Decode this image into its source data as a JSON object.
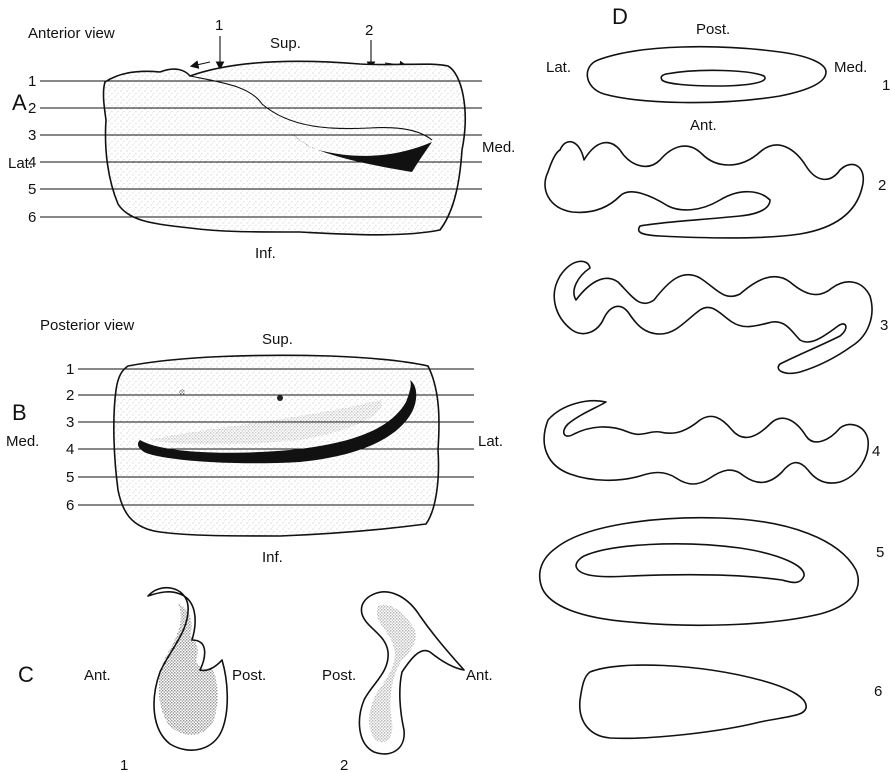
{
  "panels": {
    "A": {
      "letter": "A",
      "view": "Anterior view",
      "sup": "Sup.",
      "inf": "Inf.",
      "left": "Lat.",
      "right": "Med.",
      "arrow_labels": [
        "1",
        "2"
      ],
      "levels": [
        "1",
        "2",
        "3",
        "4",
        "5",
        "6"
      ]
    },
    "B": {
      "letter": "B",
      "view": "Posterior view",
      "sup": "Sup.",
      "inf": "Inf.",
      "left": "Med.",
      "right": "Lat.",
      "levels": [
        "1",
        "2",
        "3",
        "4",
        "5",
        "6"
      ]
    },
    "C": {
      "letter": "C",
      "sections": [
        {
          "number": "1",
          "left": "Ant.",
          "right": "Post."
        },
        {
          "number": "2",
          "left": "Post.",
          "right": "Ant."
        }
      ]
    },
    "D": {
      "letter": "D",
      "top": "Post.",
      "left": "Lat.",
      "right": "Med.",
      "bottom_of_first": "Ant.",
      "section_numbers": [
        "1",
        "2",
        "3",
        "4",
        "5",
        "6"
      ]
    }
  }
}
